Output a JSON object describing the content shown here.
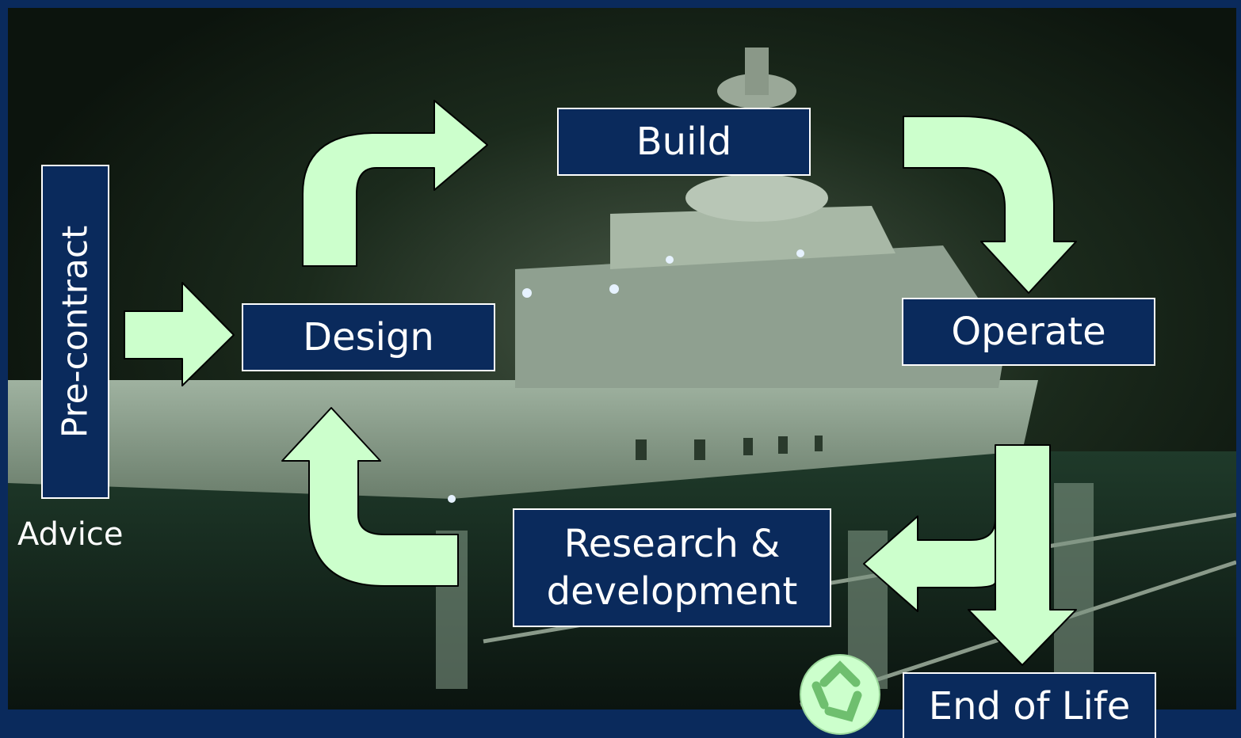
{
  "colors": {
    "frame": "#0a2a5c",
    "box_fill": "#0a2a5c",
    "box_border": "#ffffff",
    "arrow_fill": "#ccffcc",
    "text": "#ffffff"
  },
  "background": {
    "description_icon": "yacht-night-photo"
  },
  "side": {
    "precontract_label": "Pre-contract",
    "advice_label": "Advice"
  },
  "stages": {
    "design": "Design",
    "build": "Build",
    "operate": "Operate",
    "research_line1": "Research &",
    "research_line2": "development",
    "end_of_life": "End of Life"
  },
  "icons": {
    "recycle": "recycle-icon"
  }
}
